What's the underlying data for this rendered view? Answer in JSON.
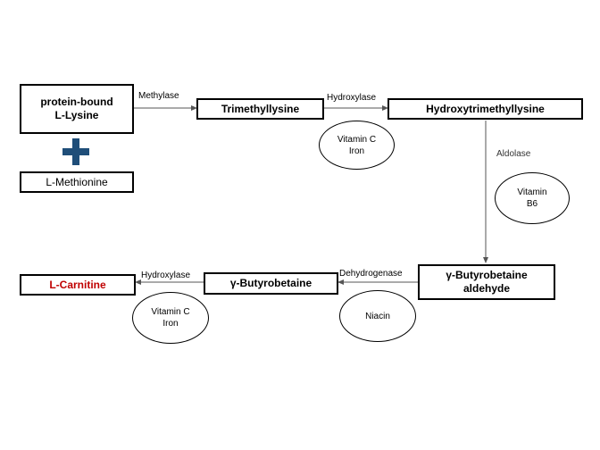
{
  "nodes": {
    "protein_lysine": {
      "line1": "protein-bound",
      "line2": "L-Lysine"
    },
    "methionine": "L-Methionine",
    "trimethyllysine": "Trimethyllysine",
    "hydroxytrimethyllysine": "Hydroxytrimethyllysine",
    "butyrobetaine_aldehyde": {
      "line1": "γ-Butyrobetaine",
      "line2": "aldehyde"
    },
    "butyrobetaine": "γ-Butyrobetaine",
    "carnitine": "L-Carnitine"
  },
  "enzymes": {
    "methylase": "Methylase",
    "hydroxylase_1": "Hydroxylase",
    "aldolase": "Aldolase",
    "dehydrogenase": "Dehydrogenase",
    "hydroxylase_2": "Hydroxylase"
  },
  "cofactors": {
    "c1": {
      "line1": "Vitamin C",
      "line2": "Iron"
    },
    "c2": {
      "line1": "Vitamin",
      "line2": "B6"
    },
    "c3": {
      "line1": "Niacin"
    },
    "c4": {
      "line1": "Vitamin C",
      "line2": "Iron"
    }
  },
  "colors": {
    "plus": "#1f4e79",
    "carnitine": "#c00000",
    "arrow": "#555555"
  }
}
